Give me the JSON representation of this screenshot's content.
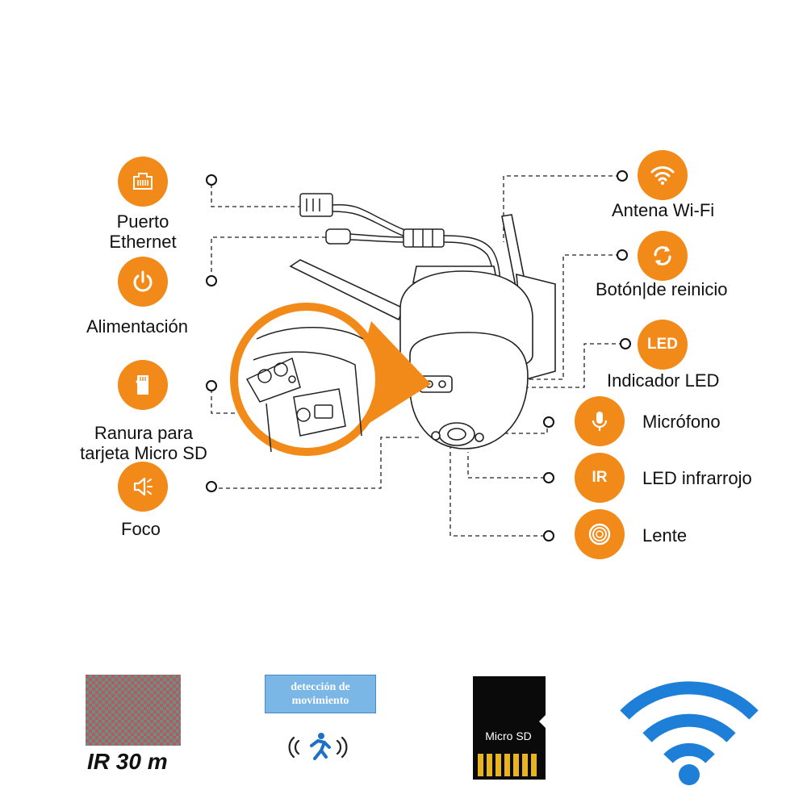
{
  "labels": {
    "ethernet": [
      "Puerto",
      "Ethernet"
    ],
    "power": "Alimentación",
    "sd_slot": [
      "Ranura para",
      "tarjeta Micro SD"
    ],
    "spotlight": "Foco",
    "wifi_antenna": "Antena Wi-Fi",
    "reset_button": "Botón|de reinicio",
    "led_indicator": "Indicador LED",
    "microphone": "Micrófono",
    "ir_led": "LED infrarrojo",
    "lens": "Lente"
  },
  "badges": {
    "led": "LED",
    "ir": "IR"
  },
  "features": {
    "ir_range": "IR 30 m",
    "motion_detection": "detección de movimiento",
    "micro_sd": "Micro SD"
  },
  "colors": {
    "accent": "#f28a1a",
    "wifi_blue": "#1e7fd8",
    "motion_blue": "#7ab6e6",
    "sd_gold": "#e8b320"
  },
  "icons": [
    "ethernet-port-icon",
    "power-icon",
    "sd-card-icon",
    "speaker-icon",
    "wifi-icon",
    "refresh-icon",
    "microphone-icon",
    "lens-icon",
    "running-person-icon"
  ]
}
